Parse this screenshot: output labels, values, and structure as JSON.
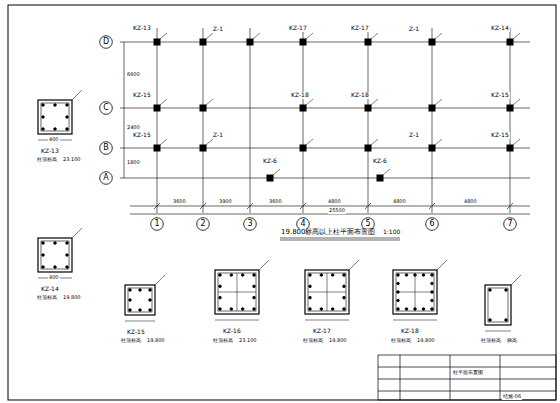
{
  "diagram": {
    "nodes": [
      {
        "text": [
          "D"
        ]
      },
      {
        "text": [
          "C"
        ]
      },
      {
        "text": [
          "B"
        ]
      },
      {
        "text": [
          "A"
        ]
      },
      {
        "text": [
          "1"
        ]
      },
      {
        "text": [
          "2"
        ]
      },
      {
        "text": [
          "3"
        ]
      },
      {
        "text": [
          "4"
        ]
      },
      {
        "text": [
          "5"
        ]
      },
      {
        "text": [
          "6"
        ]
      },
      {
        "text": [
          "7"
        ]
      }
    ],
    "labels": [
      "19.800标高以上柱平面布置图",
      "1:100",
      "KZ-13",
      "Z-1",
      "KZ-17",
      "KZ-17",
      "Z-1",
      "KZ-14",
      "KZ-15",
      "KZ-18",
      "KZ-18",
      "KZ-15",
      "KZ-15",
      "Z-1",
      "Z-1",
      "KZ-15",
      "KZ-6",
      "KZ-6",
      "3600",
      "3900",
      "3600",
      "4800",
      "4800",
      "4800",
      "25500",
      "6600",
      "2400",
      "1800",
      "KZ-13",
      "柱顶标高",
      "23.100",
      "400",
      "KZ-14",
      "柱顶标高",
      "19.800",
      "400",
      "KZ-15",
      "柱顶标高",
      "19.800",
      "KZ-16",
      "柱顶标高",
      "23.100",
      "KZ-17",
      "柱顶标高",
      "19.800",
      "KZ-18",
      "柱顶标高",
      "19.800",
      "柱顶标高",
      "梯高",
      "柱平面布置图",
      "结施-06"
    ]
  }
}
